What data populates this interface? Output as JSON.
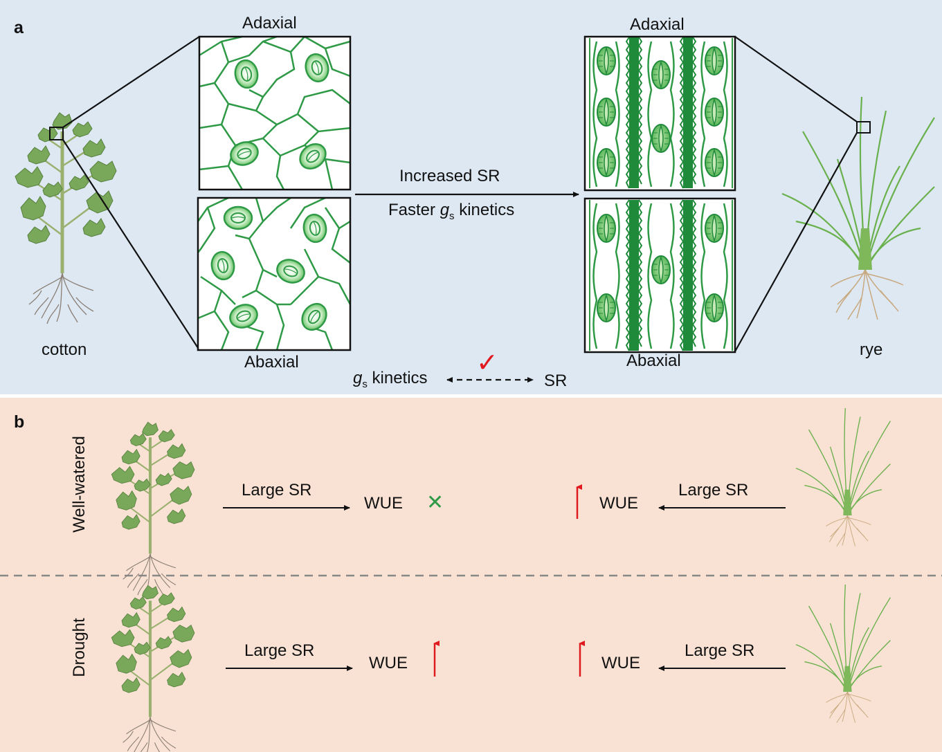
{
  "panel_a": {
    "label": "a",
    "left_plant": "cotton",
    "right_plant": "rye",
    "left_top_surface": "Adaxial",
    "left_bottom_surface": "Abaxial",
    "right_top_surface": "Adaxial",
    "right_bottom_surface": "Abaxial",
    "arrow_top_text": "Increased SR",
    "arrow_bottom_prefix": "Faster ",
    "arrow_bottom_g": "g",
    "arrow_bottom_sub": "s",
    "arrow_bottom_suffix": " kinetics",
    "relation_g": "g",
    "relation_sub": "s",
    "relation_left": " kinetics",
    "relation_right": "SR",
    "check_mark": "✓"
  },
  "panel_b": {
    "label": "b",
    "rows": [
      {
        "condition": "Well-watered",
        "left_arrow_text": "Large SR",
        "left_result": "WUE",
        "left_mark": "✕",
        "right_arrow_text": "Large SR",
        "right_result": "WUE"
      },
      {
        "condition": "Drought",
        "left_arrow_text": "Large SR",
        "left_result": "WUE",
        "right_arrow_text": "Large SR",
        "right_result": "WUE"
      }
    ]
  },
  "colors": {
    "panel_a_bg": "#dde8f3",
    "panel_b_bg": "#f9e2d4",
    "cell_wall_green": "#2e9a46",
    "stomata_green": "#4caf50",
    "up_arrow_red": "#e0191e",
    "check_red": "#e0191e",
    "cross_green": "#2e9a46"
  },
  "icons": [
    "cotton-plant-icon",
    "rye-plant-icon",
    "stomata-icon",
    "up-arrow-icon",
    "check-icon",
    "cross-icon"
  ]
}
